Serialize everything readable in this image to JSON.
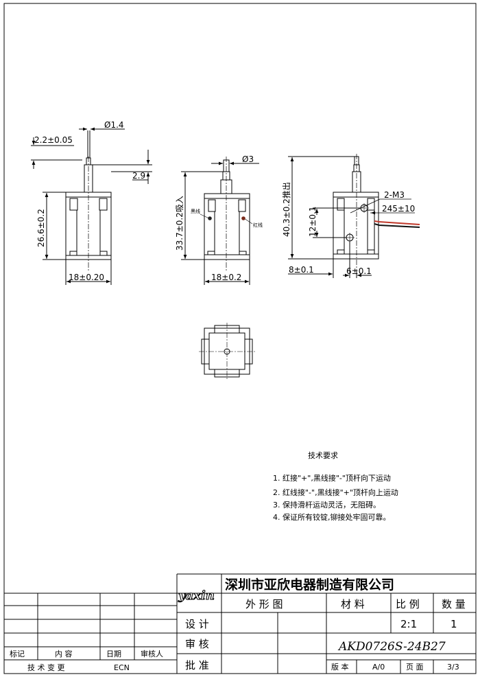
{
  "views": {
    "left": {
      "dim_top": "Ø1.4",
      "dim_offset": "2.2±0.05",
      "dim_right": "2.9",
      "dim_height": "26.6±0.2",
      "dim_width": "18±0.20"
    },
    "middle": {
      "dim_top": "Ø3",
      "dim_height": "33.7±0.2吸入",
      "dim_width": "18±0.2",
      "label_black_wire": "黑线",
      "label_red_wire": "红线"
    },
    "right": {
      "dim_height": "40.3±0.2推出",
      "dim_thread": "2-M3",
      "dim_wire": "245±10",
      "dim_spacing": "12±0.1",
      "dim_left": "8±0.1",
      "dim_bottom": "6±0.1"
    }
  },
  "notes": {
    "title": "技术要求",
    "items": [
      "1. 红接\"+\",黑线接\"-\"顶杆向下运动",
      "2. 红线接\"-\",黑线接\"+\"顶杆向上运动",
      "3. 保持滑杆运动灵活，无阻碍。",
      "4. 保证所有铰锭,铆接处牢固可靠。"
    ]
  },
  "title_block": {
    "brand": "yaxin",
    "company": "深圳市亚欣电器制造有限公司",
    "drawing_type": "外 形 图",
    "material_label": "材 料",
    "scale_label": "比 例",
    "quantity_label": "数 量",
    "scale_value": "2:1",
    "quantity_value": "1",
    "design_label": "设 计",
    "review_label": "审 核",
    "approve_label": "批 准",
    "part_number": "AKD0726S-24B27",
    "version_label": "版 本",
    "version_value": "A/0",
    "page_label": "页 面",
    "page_value": "3/3"
  },
  "revision_block": {
    "headers": [
      "标记",
      "内 容",
      "日期",
      "审核人"
    ],
    "footer_label": "技 术 变 更",
    "footer_value": "ECN"
  }
}
